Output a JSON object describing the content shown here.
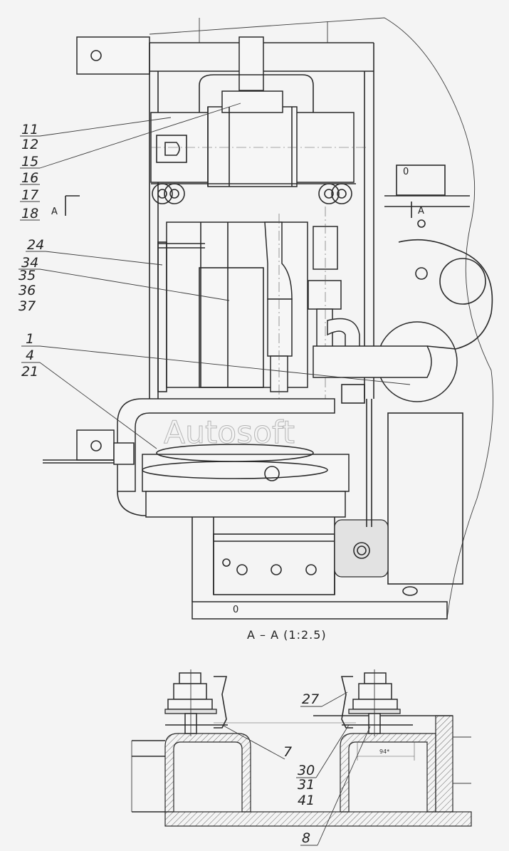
{
  "main_view": {
    "labels_left_group1": [
      "11",
      "12",
      "15",
      "16",
      "17",
      "18"
    ],
    "labels_left_group2": [
      "24",
      "34",
      "35",
      "36",
      "37"
    ],
    "labels_left_group3": [
      "1",
      "4",
      "21"
    ],
    "section_mark_left": "A",
    "section_mark_right": "A",
    "zero_mark_right": "0",
    "zero_mark_bottom": "0",
    "watermark": "Autosoft"
  },
  "section_view": {
    "caption": "A – A (1:2.5)",
    "labels": [
      "27",
      "7",
      "30",
      "31",
      "41",
      "8"
    ],
    "dimension": "94*"
  }
}
